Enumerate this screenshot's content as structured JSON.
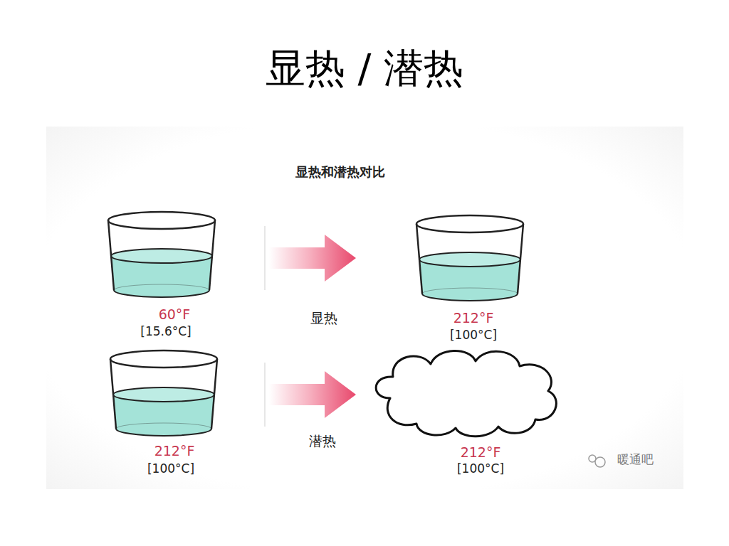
{
  "diagram": {
    "title": "显热 / 潜热",
    "labels": [
      "显热和潜热对比",
      "60°F",
      "[15.6°C]",
      "显热",
      "212°F",
      "[100°C]",
      "212°F",
      "[100°C]",
      "潜热",
      "212°F",
      "[100°C]",
      "暖通吧"
    ]
  }
}
